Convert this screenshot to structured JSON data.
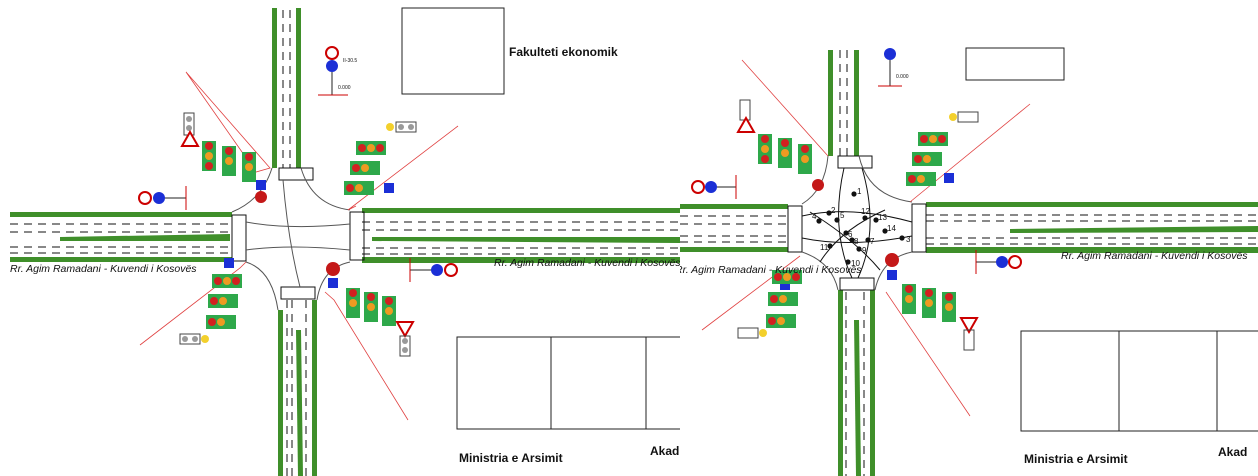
{
  "left": {
    "building_top_label": "Fakulteti ekonomik",
    "street_left": "Rr. Agim Ramadani - Kuvendi i Kosovës",
    "street_right": "Rr. Agim Ramadani - Kuvendi i Kosovës",
    "building_bottom_label": "Ministria e Arsimit",
    "building_bottom_right_label": "Akad",
    "elevation_label": "0.000",
    "sign_code": "II-30.5"
  },
  "right": {
    "street_left": "Rr. Agim Ramadani - Kuvendi i Kosovës",
    "street_right": "Rr. Agim Ramadani - Kuvendi i Kosovës",
    "building_bottom_label": "Ministria e Arsimit",
    "building_bottom_right_label": "Akad",
    "elevation_label": "0.000",
    "conflict_points": [
      "1",
      "2",
      "3",
      "4",
      "5",
      "6",
      "7",
      "8",
      "9",
      "10",
      "11",
      "12",
      "13",
      "14"
    ]
  },
  "colors": {
    "median_green": "#3f8f2a",
    "road_line": "#111111",
    "signal_red": "#d22020",
    "signal_amber": "#ee9a22",
    "signal_green": "#2ea84a",
    "guide_red": "#e04040",
    "sign_blue": "#1b2fd6"
  }
}
